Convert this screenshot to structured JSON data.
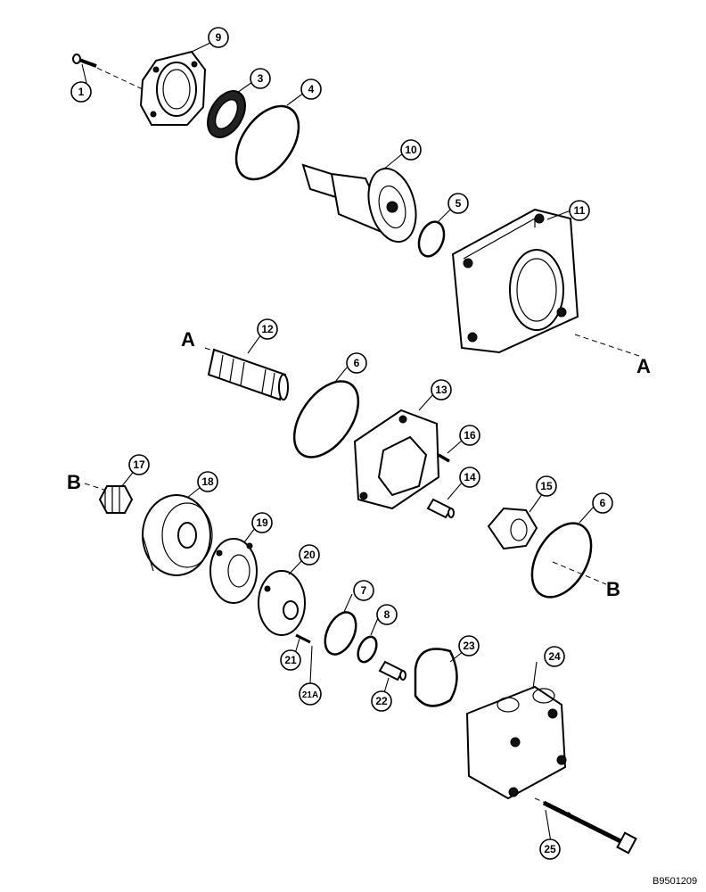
{
  "drawing": {
    "doc_id": "B9501209",
    "section_markers": [
      "A",
      "A",
      "B",
      "B"
    ],
    "callouts": [
      "1",
      "9",
      "3",
      "4",
      "10",
      "5",
      "11",
      "12",
      "6",
      "13",
      "16",
      "14",
      "17",
      "18",
      "15",
      "6",
      "19",
      "20",
      "7",
      "8",
      "21",
      "21A",
      "22",
      "23",
      "24",
      "25"
    ]
  }
}
